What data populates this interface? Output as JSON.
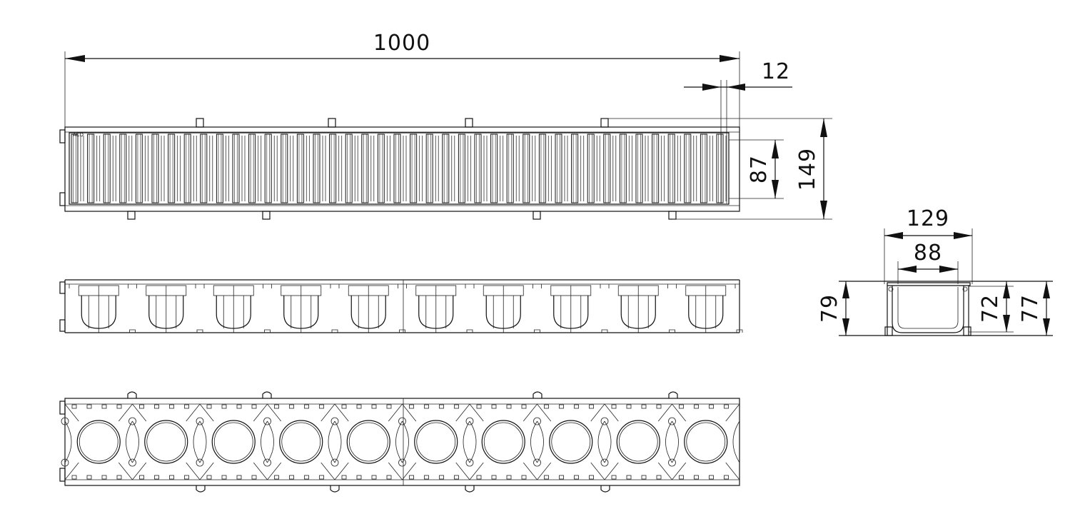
{
  "dimensions": {
    "total_length": "1000",
    "end_offset": "12",
    "grate_open_width": "87",
    "overall_width": "149",
    "section_outer_width": "129",
    "section_inner_width": "88",
    "section_height_left": "79",
    "section_height_inner": "72",
    "section_height_right": "77"
  },
  "grate_logo": "ACO",
  "colors": {
    "line": "#111111",
    "background": "#ffffff"
  }
}
